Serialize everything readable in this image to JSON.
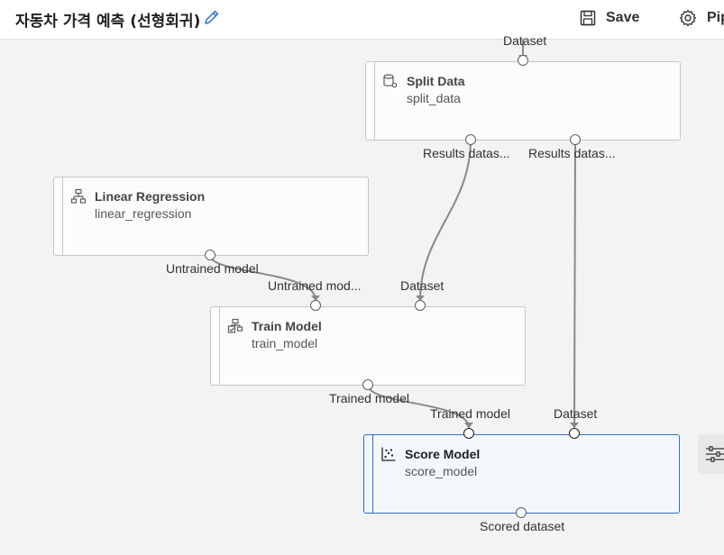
{
  "header": {
    "title": "자동차 가격 예측 (선형회귀)",
    "save_label": "Save",
    "pipeline_label": "Pip"
  },
  "nodes": {
    "split_data": {
      "name": "Split Data",
      "id": "split_data",
      "in_port_label": "Dataset",
      "out1_label": "Results datas...",
      "out2_label": "Results datas..."
    },
    "linear_regression": {
      "name": "Linear Regression",
      "id": "linear_regression",
      "out_label": "Untrained model"
    },
    "train_model": {
      "name": "Train Model",
      "id": "train_model",
      "in1_label": "Untrained mod...",
      "in2_label": "Dataset",
      "out_label": "Trained model"
    },
    "score_model": {
      "name": "Score Model",
      "id": "score_model",
      "in1_label": "Trained model",
      "in2_label": "Dataset",
      "out_label": "Scored dataset"
    }
  },
  "colors": {
    "accent": "#2f6fbf",
    "wire": "#8a8886",
    "canvas": "#f3f3f3"
  }
}
